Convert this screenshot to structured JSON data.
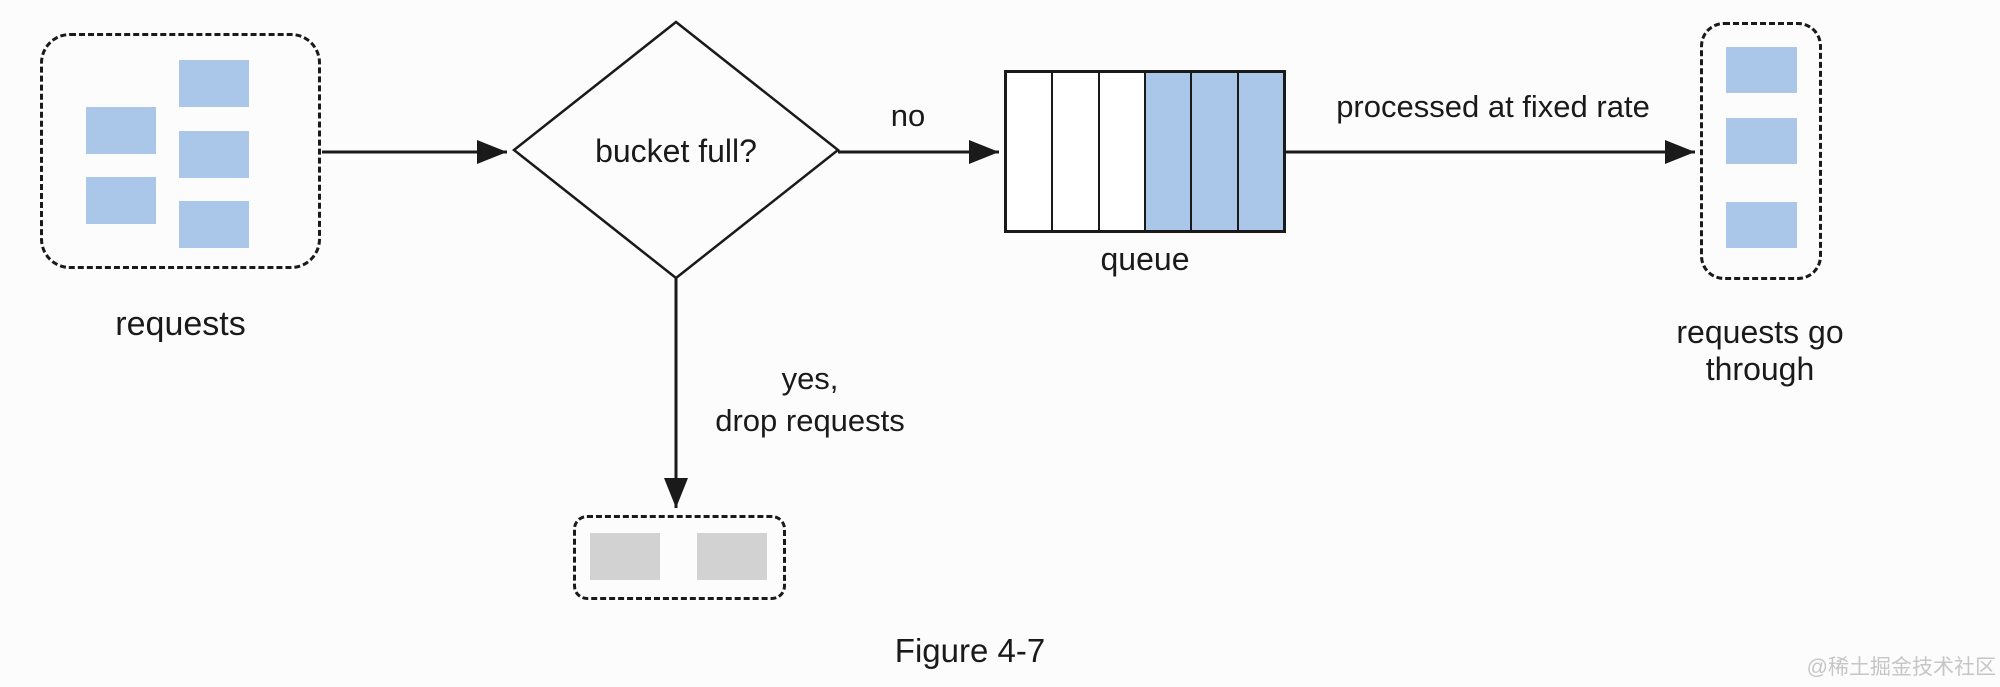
{
  "colors": {
    "background": "#fcfcfc",
    "line": "#1a1a1a",
    "request_blue": "#aac6e9",
    "dropped_gray": "#d2d2d2",
    "queue_empty": "#ffffff",
    "watermark": "#c6c6c6"
  },
  "nodes": {
    "requests_in": {
      "label": "requests",
      "items": 5
    },
    "decision": {
      "label": "bucket full?"
    },
    "queue": {
      "label": "queue",
      "cells": [
        "empty",
        "empty",
        "empty",
        "filled",
        "filled",
        "filled"
      ]
    },
    "requests_out": {
      "label_lines": [
        "requests go",
        "through"
      ],
      "items": 3
    },
    "dropped": {
      "items": 2
    }
  },
  "edges": {
    "no_label": "no",
    "yes_label_lines": [
      "yes,",
      "drop requests"
    ],
    "processed_label": "processed at fixed rate"
  },
  "caption": "Figure 4-7",
  "watermark": "@稀土掘金技术社区"
}
